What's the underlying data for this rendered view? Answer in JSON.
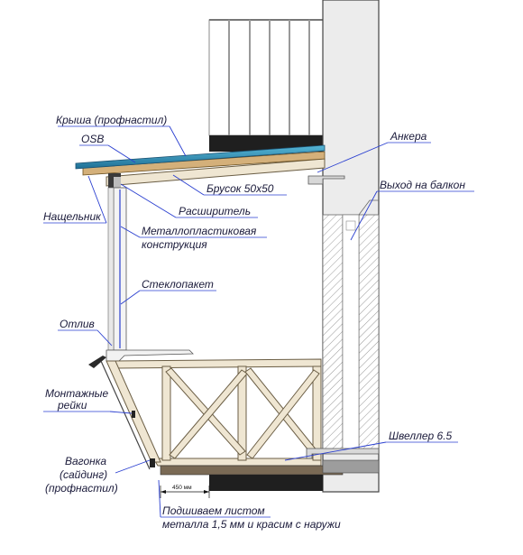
{
  "labels": {
    "roof": "Крыша (профнастил)",
    "osb": "OSB",
    "anchors": "Анкера",
    "balcony_exit": "Выход на балкон",
    "beam": "Брусок 50х50",
    "extender": "Расширитель",
    "trim": "Нащельник",
    "metal_plastic_1": "Металлопластиковая",
    "metal_plastic_2": "конструкция",
    "glass": "Стеклопакет",
    "drip": "Отлив",
    "mount_rails_1": "Монтажные",
    "mount_rails_2": "рейки",
    "channel": "Швеллер 6.5",
    "cladding_1": "Вагонка",
    "cladding_2": "(сайдинг)",
    "cladding_3": "(профнастил)",
    "dimension": "450 мм",
    "bottom_1": "Подшиваем листом",
    "bottom_2": "металла 1,5 мм и красим с наружи"
  },
  "colors": {
    "leader": "#2a3fd0",
    "roof_sheet": "#2f8fb4",
    "wood": "#efe6d2",
    "slab": "#1f1f1f",
    "wall": "#ececec"
  }
}
